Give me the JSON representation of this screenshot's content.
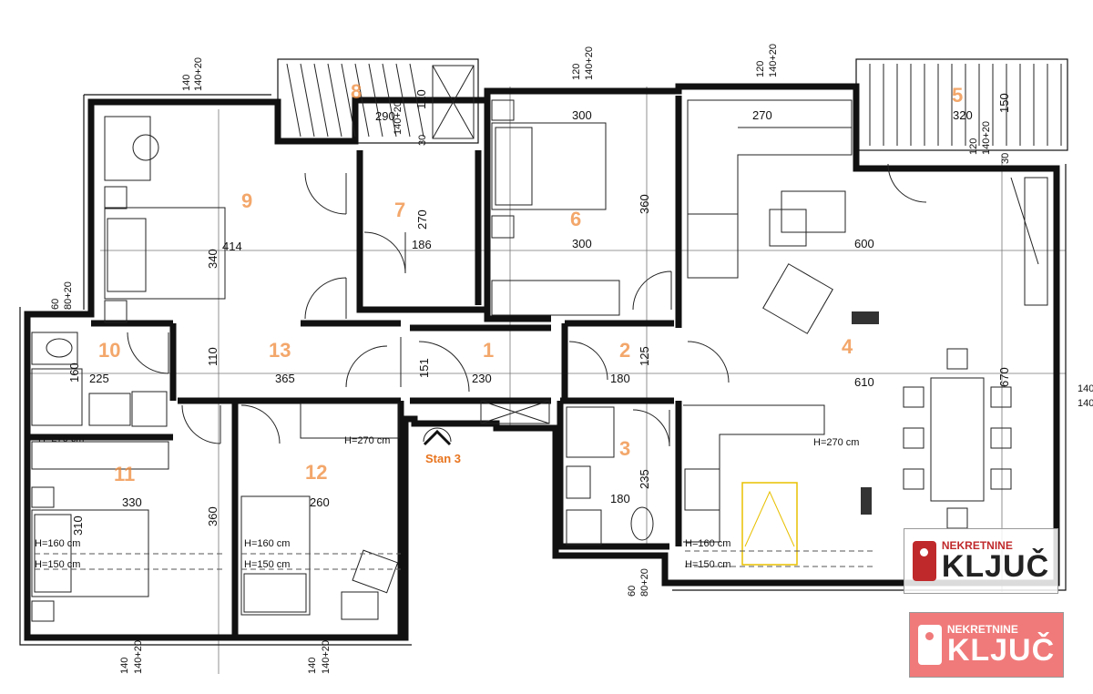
{
  "rooms": [
    {
      "id": "1",
      "label": "1"
    },
    {
      "id": "2",
      "label": "2"
    },
    {
      "id": "3",
      "label": "3"
    },
    {
      "id": "4",
      "label": "4"
    },
    {
      "id": "5",
      "label": "5"
    },
    {
      "id": "6",
      "label": "6"
    },
    {
      "id": "7",
      "label": "7"
    },
    {
      "id": "8",
      "label": "8"
    },
    {
      "id": "9",
      "label": "9"
    },
    {
      "id": "10",
      "label": "10"
    },
    {
      "id": "11",
      "label": "11"
    },
    {
      "id": "12",
      "label": "12"
    },
    {
      "id": "13",
      "label": "13"
    }
  ],
  "dimensions": {
    "r9_width": "414",
    "r9_height": "340",
    "r8_width": "290",
    "r8_height": "120",
    "r6_top": "300",
    "r6_mid": "300",
    "r6_height": "360",
    "r4_top": "270",
    "r5_width": "320",
    "r5_height": "150",
    "r4_mid": "600",
    "r4_lower": "610",
    "r4_height": "670",
    "r7_width": "186",
    "r7_height": "270",
    "r10_width": "225",
    "r10_height": "160",
    "r13_width": "365",
    "r13_height": "110",
    "r1_width": "230",
    "r1_height": "151",
    "r2_width": "180",
    "r2_height": "125",
    "r3_width": "180",
    "r3_height": "235",
    "r11_width": "330",
    "r11_height": "360",
    "r11_side": "310",
    "r12_width": "260",
    "r8_side": "30",
    "r7_top": "30",
    "r5_side": "30"
  },
  "openings": {
    "w140": "140",
    "w140_20": "140+20",
    "w120": "120",
    "w60": "60",
    "w80_20": "80+20"
  },
  "notes": {
    "h270": "H=270 cm",
    "h160": "H=160 cm",
    "h150": "H=150 cm",
    "h260": "260"
  },
  "entrance": "Stan 3",
  "logo": {
    "line1": "NEKRETNINE",
    "line2": "KLJUČ",
    "brand_red": "#c0292b",
    "brand_pink": "#f07a7a"
  }
}
